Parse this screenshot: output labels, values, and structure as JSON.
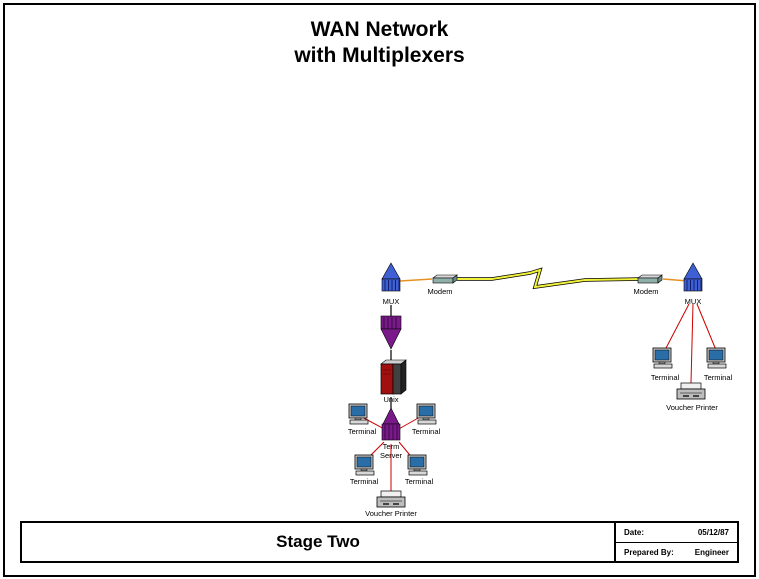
{
  "title": {
    "line1": "WAN Network",
    "line2": "with Multiplexers"
  },
  "labels": {
    "mux_left": "MUX",
    "mux_right": "MUX",
    "modem_left": "Modem",
    "modem_right": "Modem",
    "unix": "Unix",
    "term_server_line1": "Term",
    "term_server_line2": "Server",
    "terminal": "Terminal",
    "voucher_printer": "Voucher Printer"
  },
  "title_block": {
    "stage": "Stage Two",
    "date_label": "Date:",
    "date_value": "05/12/87",
    "prepared_label": "Prepared By:",
    "prepared_value": "Engineer"
  },
  "colors": {
    "mux": "#3f5fd4",
    "term_server": "#7a1a8a",
    "server_red": "#a01010",
    "wire_red": "#cc0000",
    "wire_orange": "#e89020",
    "wan_bolt": "#f2f23a"
  }
}
